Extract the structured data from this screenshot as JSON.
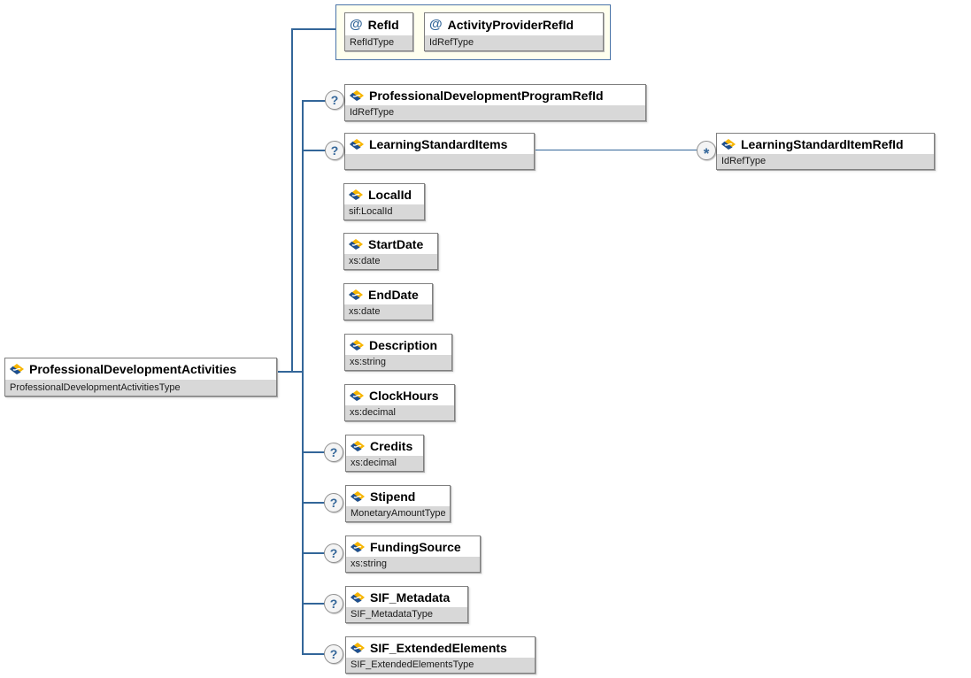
{
  "diagram": {
    "root": {
      "name": "ProfessionalDevelopmentActivities",
      "type": "ProfessionalDevelopmentActivitiesType"
    },
    "attributes": [
      {
        "name": "RefId",
        "type": "RefIdType"
      },
      {
        "name": "ActivityProviderRefId",
        "type": "IdRefType"
      }
    ],
    "children": [
      {
        "name": "ProfessionalDevelopmentProgramRefId",
        "type": "IdRefType"
      },
      {
        "name": "LearningStandardItems",
        "type": ""
      },
      {
        "name": "LocalId",
        "type": "sif:LocalId"
      },
      {
        "name": "StartDate",
        "type": "xs:date"
      },
      {
        "name": "EndDate",
        "type": "xs:date"
      },
      {
        "name": "Description",
        "type": "xs:string"
      },
      {
        "name": "ClockHours",
        "type": "xs:decimal"
      },
      {
        "name": "Credits",
        "type": "xs:decimal"
      },
      {
        "name": "Stipend",
        "type": "MonetaryAmountType"
      },
      {
        "name": "FundingSource",
        "type": "xs:string"
      },
      {
        "name": "SIF_Metadata",
        "type": "SIF_MetadataType"
      },
      {
        "name": "SIF_ExtendedElements",
        "type": "SIF_ExtendedElementsType"
      }
    ],
    "grandchild": {
      "name": "LearningStandardItemRefId",
      "type": "IdRefType"
    },
    "symbols": {
      "attribute": "@",
      "optional": "?",
      "repeat": "*"
    },
    "colors": {
      "connector_line": "#336699",
      "attribute_group_fill": "#ffffee",
      "attribute_group_border": "#4a74a8",
      "type_row_fill": "#d8d8d8",
      "box_border": "#7f7f7f",
      "icon_yellow": "#f7b500",
      "icon_blue": "#1d4f91",
      "occurrence_glyph": "#336699"
    }
  }
}
